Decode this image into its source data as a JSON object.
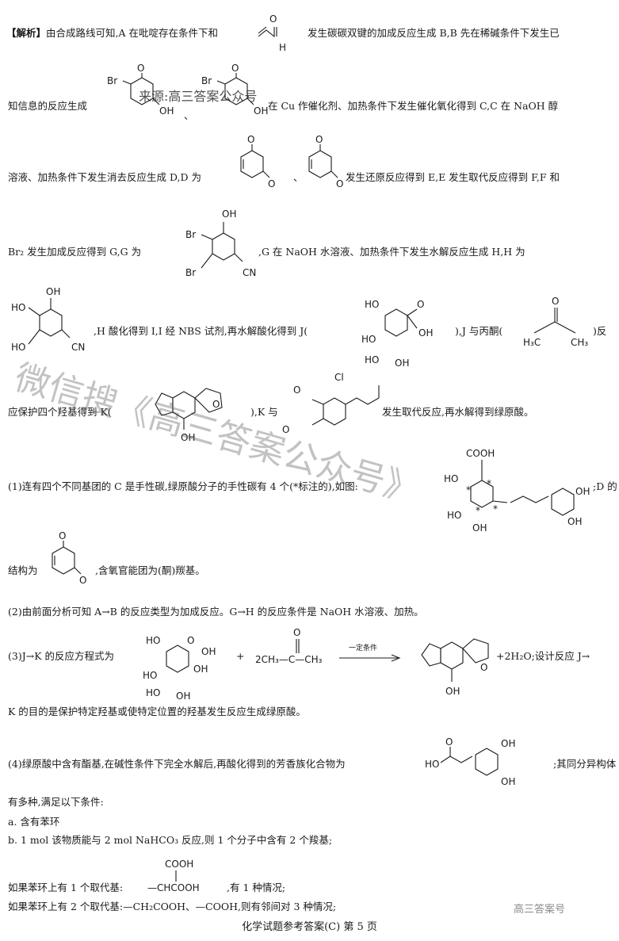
{
  "analysis": {
    "tag": "【解析】",
    "p1a": "由合成路线可知,A 在吡啶存在条件下和",
    "p1b": "发生碳碳双键的加成反应生成 B,B 先在稀碱条件下发生已",
    "p2a": "知信息的反应生成",
    "p2b": "在 Cu 作催化剂、加热条件下发生催化氧化得到 C,C 在 NaOH 醇",
    "p3a": "溶液、加热条件下发生消去反应生成 D,D 为",
    "p3b": "发生还原反应得到 E,E 发生取代反应得到 F,F 和",
    "p4a": "Br₂ 发生加成反应得到 G,G 为",
    "p4b": ",G 在 NaOH 水溶液、加热条件下发生水解反应生成 H,H 为",
    "p5a": ",H 酸化得到 I,I 经 NBS 试剂,再水解酸化得到 J(",
    "p5b": "),J 与丙酮(",
    "p5c": ")反",
    "p6a": "应保护四个羟基得到 K(",
    "p6b": "),K 与",
    "p6c": "发生取代反应,再水解得到绿原酸。",
    "comma": "、"
  },
  "q1": {
    "a": "(1)连有四个不同基团的 C 是手性碳,绿原酸分子的手性碳有 4 个(*标注的),如图:",
    "b": ";D 的",
    "c": "结构为",
    "d": ",含氧官能团为(酮)羰基。"
  },
  "q2": "(2)由前面分析可知 A→B 的反应类型为加成反应。G→H 的反应条件是 NaOH 水溶液、加热。",
  "q3": {
    "a": "(3)J→K 的反应方程式为",
    "plus": "+",
    "reagent": "2CH₃—C—CH₃",
    "condition": "一定条件",
    "product_tail": "+2H₂O;设计反应 J→",
    "b": "K 的目的是保护特定羟基或使特定位置的羟基发生反应生成绿原酸。"
  },
  "q4": {
    "a": "(4)绿原酸中含有酯基,在碱性条件下完全水解后,再酸化得到的芳香族化合物为",
    "b": ";其同分异构体",
    "c": "有多种,满足以下条件:",
    "cond_a": "a. 含有苯环",
    "cond_b": "b. 1 mol 该物质能与 2 mol NaHCO₃ 反应,则 1 个分子中含有 2 个羧基;",
    "case1_pre": "如果苯环上有 1 个取代基:",
    "case1_group": "—CHCOOH",
    "case1_top": "COOH",
    "case1_post": ",有 1 种情况;",
    "case2": "如果苯环上有 2 个取代基:—CH₂COOH、—COOH,则有邻间对 3 种情况;"
  },
  "watermarks": {
    "source": "来源:高三答案公众号",
    "big": "微信搜《高三答案公众号》",
    "corner": "高三答案号"
  },
  "footer": "化学试题参考答案(C)  第 5 页",
  "molecule_labels": {
    "H": "H",
    "O": "O",
    "Br": "Br",
    "OH": "OH",
    "HO": "HO",
    "CN": "CN",
    "COOH": "COOH",
    "Cl": "Cl",
    "H3C": "H₃C",
    "CH3": "CH₃",
    "star": "*"
  }
}
